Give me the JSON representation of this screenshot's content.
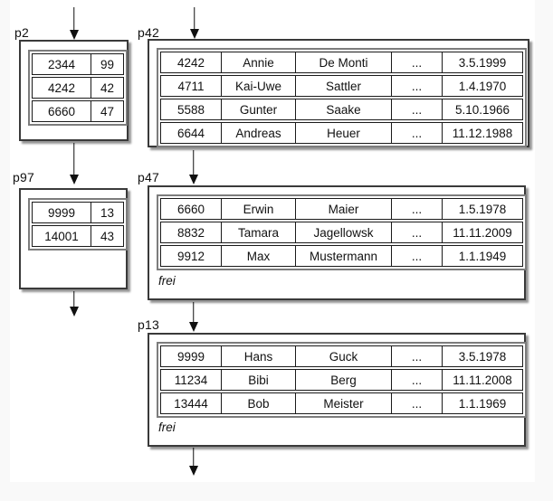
{
  "colors": {
    "line": "#111111",
    "box_border": "#3a3a3a",
    "table_outline": "#7c7c7c",
    "slide_background": "#ffffff",
    "page_margin": "#f9f9f9"
  },
  "pages": [
    {
      "id": "p2",
      "kind": "index-page",
      "rows": [
        [
          "2344",
          "99"
        ],
        [
          "4242",
          "42"
        ],
        [
          "6660",
          "47"
        ]
      ]
    },
    {
      "id": "p42",
      "kind": "data-page",
      "rows": [
        [
          "4242",
          "Annie",
          "De Monti",
          "...",
          "3.5.1999"
        ],
        [
          "4711",
          "Kai-Uwe",
          "Sattler",
          "...",
          "1.4.1970"
        ],
        [
          "5588",
          "Gunter",
          "Saake",
          "...",
          "5.10.1966"
        ],
        [
          "6644",
          "Andreas",
          "Heuer",
          "...",
          "11.12.1988"
        ]
      ]
    },
    {
      "id": "p97",
      "kind": "index-page",
      "rows": [
        [
          "9999",
          "13"
        ],
        [
          "14001",
          "43"
        ]
      ]
    },
    {
      "id": "p47",
      "kind": "data-page",
      "free_label": "frei",
      "rows": [
        [
          "6660",
          "Erwin",
          "Maier",
          "...",
          "1.5.1978"
        ],
        [
          "8832",
          "Tamara",
          "Jagellowsk",
          "...",
          "11.11.2009"
        ],
        [
          "9912",
          "Max",
          "Mustermann",
          "...",
          "1.1.1949"
        ]
      ]
    },
    {
      "id": "p13",
      "kind": "data-page",
      "free_label": "frei",
      "rows": [
        [
          "9999",
          "Hans",
          "Guck",
          "...",
          "3.5.1978"
        ],
        [
          "11234",
          "Bibi",
          "Berg",
          "...",
          "11.11.2008"
        ],
        [
          "13444",
          "Bob",
          "Meister",
          "...",
          "1.1.1969"
        ]
      ]
    }
  ]
}
